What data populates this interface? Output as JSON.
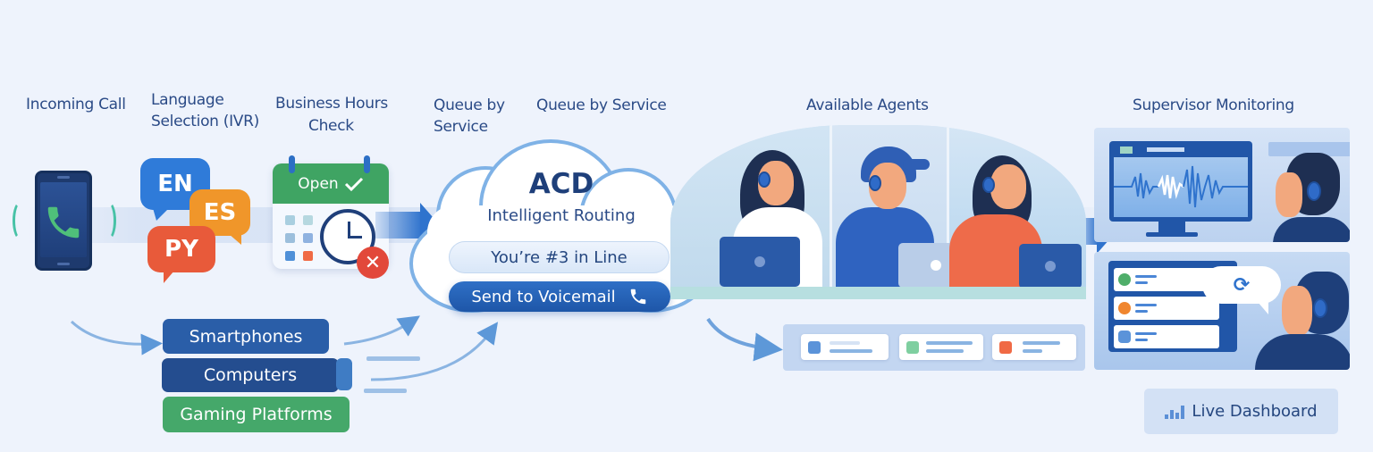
{
  "stages": {
    "incoming_call": "Incoming Call",
    "language_selection_line1": "Language",
    "language_selection_line2": "Selection (IVR)",
    "business_hours_line1": "Business Hours",
    "business_hours_line2": "Check",
    "queue_by_service_a_line1": "Queue by",
    "queue_by_service_a_line2": "Service",
    "queue_by_service_b": "Queue by Service",
    "available_agents": "Available Agents",
    "supervisor_monitoring": "Supervisor Monitoring"
  },
  "languages": [
    "EN",
    "ES",
    "PY"
  ],
  "calendar": {
    "status_label": "Open",
    "status_icon": "check-icon",
    "closed_icon": "x-icon"
  },
  "acd": {
    "title": "ACD",
    "subtitle": "Intelligent Routing",
    "queue_position": "You’re #3 in Line",
    "voicemail_button": "Send to Voicemail",
    "voicemail_icon": "phone-icon"
  },
  "devices": [
    {
      "label": "Smartphones",
      "color": "#2a5ea8"
    },
    {
      "label": "Computers",
      "color": "#244d8f"
    },
    {
      "label": "Gaming Platforms",
      "color": "#45a86a"
    }
  ],
  "queue_cards": [
    {
      "color": "#5b93d9"
    },
    {
      "color": "#7fcfa0"
    },
    {
      "color": "#f06a45"
    }
  ],
  "agents": [
    {
      "shirt": "#ffffff",
      "laptop": "#2a5aa8"
    },
    {
      "shirt": "#2f63c0",
      "laptop": "#b9cde8"
    },
    {
      "shirt": "#ee6b4a",
      "laptop": "#2a5aa8"
    }
  ],
  "supervisor": {
    "dashboard_label": "Live Dashboard",
    "dashboard_icon": "bar-chart-icon"
  },
  "colors": {
    "background": "#eef3fc",
    "primary_blue": "#2f73cd",
    "dark_navy": "#1e3f7a",
    "green": "#3fa463",
    "orange": "#f0962a",
    "red": "#e85a3a"
  }
}
